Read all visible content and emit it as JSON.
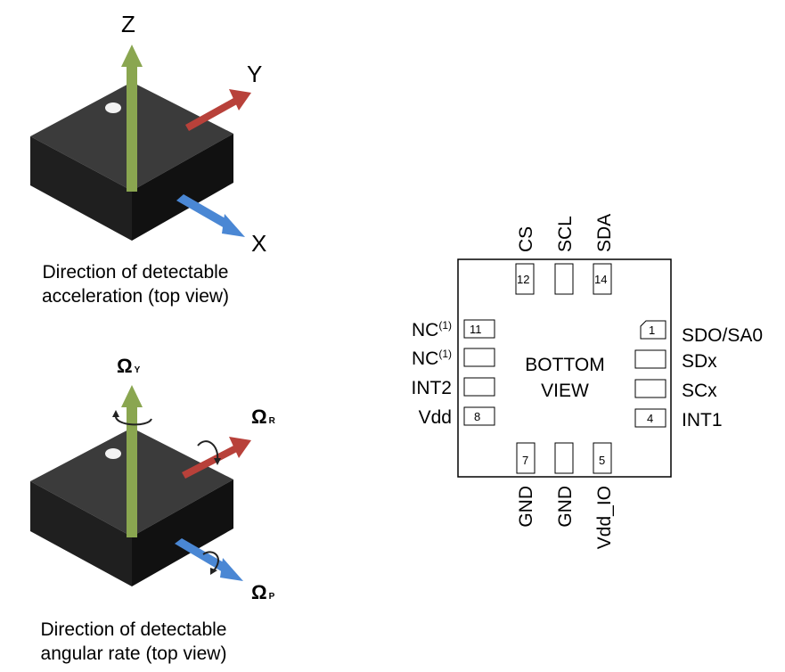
{
  "accel": {
    "axes": {
      "z": "Z",
      "y": "Y",
      "x": "X"
    },
    "caption_line1": "Direction of detectable",
    "caption_line2": "acceleration (top view)"
  },
  "gyro": {
    "axes": {
      "yaw": "Ω",
      "yaw_sub": "Y",
      "roll": "Ω",
      "roll_sub": "R",
      "pitch": "Ω",
      "pitch_sub": "P"
    },
    "caption_line1": "Direction of detectable",
    "caption_line2": "angular rate (top view)"
  },
  "package": {
    "center_line1": "BOTTOM",
    "center_line2": "VIEW",
    "top_pins": [
      {
        "label": "CS",
        "number": "12"
      },
      {
        "label": "SCL",
        "number": ""
      },
      {
        "label": "SDA",
        "number": "14"
      }
    ],
    "bottom_pins": [
      {
        "label": "GND",
        "number": "7"
      },
      {
        "label": "GND",
        "number": ""
      },
      {
        "label": "Vdd_IO",
        "number": "5"
      }
    ],
    "left_pins": [
      {
        "label": "NC",
        "sup": "(1)",
        "number": "11"
      },
      {
        "label": "NC",
        "sup": "(1)",
        "number": ""
      },
      {
        "label": "INT2",
        "sup": "",
        "number": ""
      },
      {
        "label": "Vdd",
        "sup": "",
        "number": "8"
      }
    ],
    "right_pins": [
      {
        "label": "SDO/SA0",
        "number": "1"
      },
      {
        "label": "SDx",
        "number": ""
      },
      {
        "label": "SCx",
        "number": ""
      },
      {
        "label": "INT1",
        "number": "4"
      }
    ]
  },
  "colors": {
    "chip_top": "#3a3a3a",
    "chip_left": "#1e1e1e",
    "chip_right": "#111111",
    "z_arrow": "#8aa650",
    "y_arrow": "#b8413a",
    "x_arrow": "#4a87d4"
  }
}
